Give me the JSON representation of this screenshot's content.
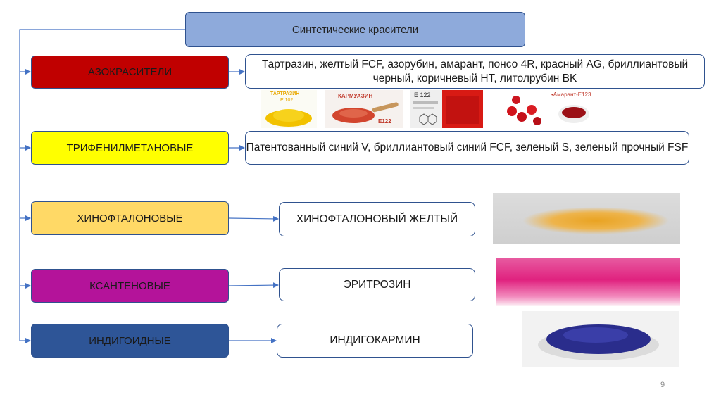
{
  "title": "Синтетические красители",
  "categories": [
    {
      "label": "АЗОКРАСИТЕЛИ",
      "examples": "Тартразин, желтый FCF, азорубин, амарант, понсо 4R, красный AG, бриллиантовый черный,  коричневый HT, литолрубин BK"
    },
    {
      "label": "ТРИФЕНИЛМЕТАНОВЫЕ",
      "examples": "Патентованный синий V, бриллиантовый синий FCF, зеленый S, зеленый прочный FSF"
    },
    {
      "label": "ХИНОФТАЛОНОВЫЕ",
      "examples": "ХИНОФТАЛОНОВЫЙ ЖЕЛТЫЙ"
    },
    {
      "label": "КСАНТЕНОВЫЕ",
      "examples": "ЭРИТРОЗИН"
    },
    {
      "label": "ИНДИГОИДНЫЕ",
      "examples": "ИНДИГОКАРМИН"
    }
  ],
  "thumb_labels": {
    "tartrazine": "ТАРТРАЗИН",
    "tartrazine_code": "Е 102",
    "carmoisine": "КАРМУАЗИН",
    "carmoisine_code": "Е122",
    "e122": "E 122",
    "amaranth": "•Амарант-Е123"
  },
  "colors": {
    "azo": "#c00000",
    "triphenylmethane": "#ffff00",
    "quinophthalone": "#ffd966",
    "xanthene": "#b4139a",
    "indigoid": "#2e5597",
    "title_fill": "#8eaadb",
    "border": "#2f528f"
  },
  "page_number": "9"
}
